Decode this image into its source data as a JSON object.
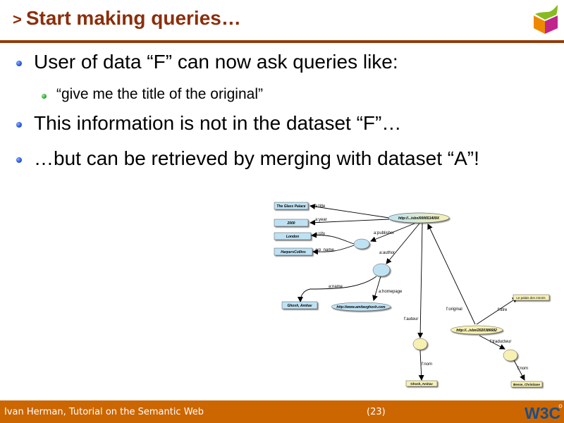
{
  "slide": {
    "title_marker": ">",
    "title": "Start making queries…",
    "bullets": [
      {
        "level": 1,
        "text": "User of data “F” can now ask queries like:"
      },
      {
        "level": 2,
        "text": "“give me the title of the original”"
      },
      {
        "level": 1,
        "text": "This information is not in the dataset “F”…"
      },
      {
        "level": 1,
        "text": "…but can be retrieved by merging with dataset “A”!"
      }
    ]
  },
  "diagram": {
    "literals_blue": {
      "title": "The Glass Palace",
      "year": "2000",
      "city": "London",
      "publisher_name": "HarpersCollins",
      "author_name": "Ghosh, Amitav"
    },
    "uris": {
      "book_en": "http://...isbn/000651409X",
      "homepage": "http://www.amitavghosh.com",
      "book_fr": "http://...isbn/2020386682"
    },
    "literals_yellow": {
      "titre": "Le palais des miroirs",
      "auteur_nom": "Ghosh, Amitav",
      "traducteur_nom": "Besse, Christiane"
    },
    "edges": {
      "title": "a:title",
      "year": "a:year",
      "publisher": "a:publisher",
      "city": "a:city",
      "p_name": "a:p_name",
      "author": "a:author",
      "name": "a:name",
      "homepage": "a:homepage",
      "original": "f:original",
      "titre": "f:titre",
      "auteur": "f:auteur",
      "traducteur": "f:traducteur",
      "nom1": "f:nom",
      "nom2": "f:nom"
    },
    "colors": {
      "blue_fill": "#bfe2f3",
      "yellow_fill": "#f6f1b3",
      "edge": "#000000"
    }
  },
  "footer": {
    "author": "Ivan Herman, Tutorial on the Semantic Web",
    "page": "(23)",
    "logo": "W3C"
  },
  "colors": {
    "title": "#8b2e0b",
    "rule": "#933b0a",
    "footer_bg": "#cc6600"
  }
}
